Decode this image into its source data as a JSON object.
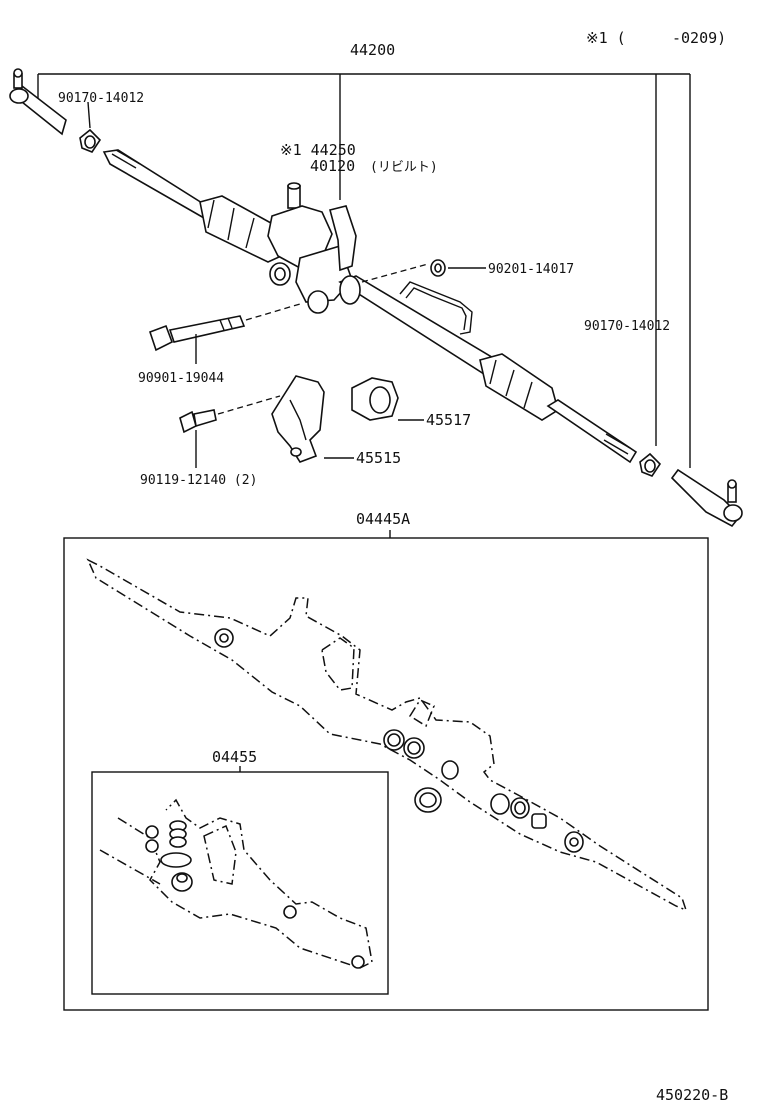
{
  "note": {
    "marker": "※1 (",
    "range": "-0209)"
  },
  "labels": {
    "assembly": "44200",
    "tie_rod_end_nut_left": "90170-14012",
    "note_marker_part": "※1 44250",
    "rack_housing": "40120",
    "rebuilt_note": "(リビルト)",
    "washer": "90201-14017",
    "tie_rod_end_nut_right": "90170-14012",
    "bolt_long": "90901-19044",
    "bushing": "45517",
    "bracket": "45515",
    "bolt_short": "90119-12140 (2)",
    "gasket_kit": "04445A",
    "valve_kit": "04455",
    "figure_code": "450220-B"
  }
}
